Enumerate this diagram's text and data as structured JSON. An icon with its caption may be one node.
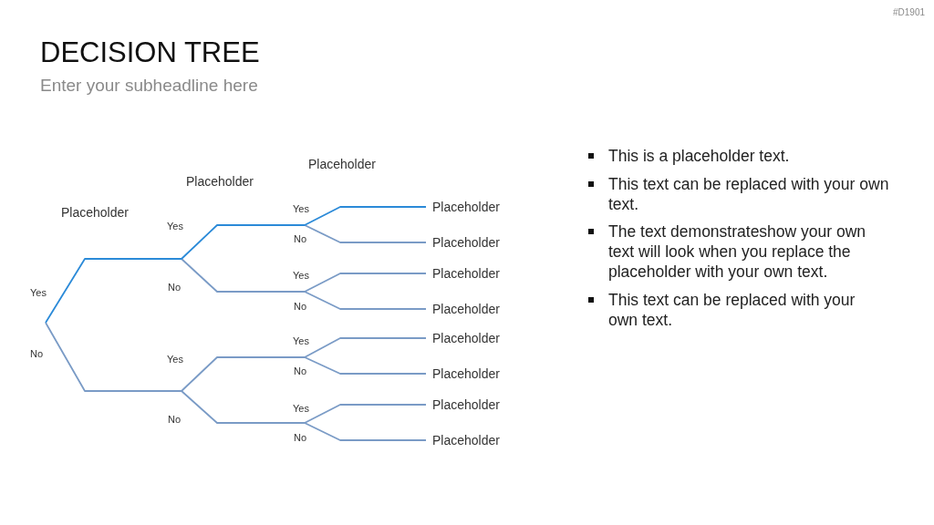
{
  "diagram": {
    "title": "DECISION TREE",
    "nodes": [
      {
        "text": [
          "Placeholder"
        ]
      },
      {
        "text": [
          "Placeholder"
        ]
      },
      {
        "text": [
          "Placeholder"
        ]
      },
      {
        "text": [
          "Placeholder"
        ]
      },
      {
        "text": [
          "Placeholder"
        ]
      },
      {
        "text": [
          "Placeholder"
        ]
      },
      {
        "text": [
          "Placeholder"
        ]
      },
      {
        "text": [
          "Placeholder"
        ]
      }
    ],
    "edges": [
      {
        "from": null,
        "to": 0,
        "arrow": "none",
        "color": "#2b8ad8"
      },
      {
        "from": null,
        "to": 1,
        "arrow": "none"
      },
      {
        "from": null,
        "to": 2,
        "arrow": "none"
      },
      {
        "from": null,
        "to": 3,
        "arrow": "none"
      },
      {
        "from": null,
        "to": 4,
        "arrow": "none"
      },
      {
        "from": null,
        "to": 5,
        "arrow": "none"
      },
      {
        "from": null,
        "to": 6,
        "arrow": "none"
      },
      {
        "from": null,
        "to": 7,
        "arrow": "none"
      }
    ],
    "labels": [
      "#D1901",
      "Enter your subheadline here",
      "Placeholder",
      "Placeholder",
      "Placeholder",
      "Yes",
      "No",
      "Yes",
      "No",
      "Yes",
      "No",
      "Yes",
      "No",
      "Yes",
      "No",
      "Yes",
      "No",
      "Yes",
      "No",
      "This is a placeholder text.",
      "This text can be replaced with your own text.",
      "The text demonstrateshow your own text will look when you replace the placeholder with your own text.",
      "This text can be replaced with your own text."
    ]
  }
}
